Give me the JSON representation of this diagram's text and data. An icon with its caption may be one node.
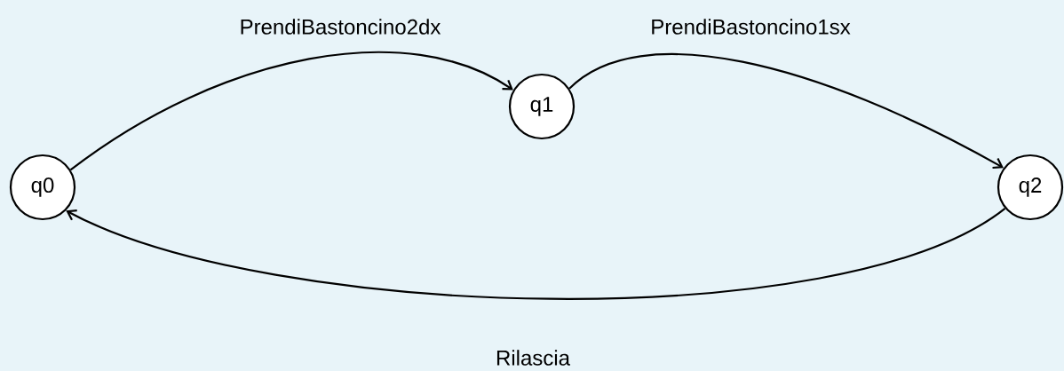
{
  "diagram": {
    "nodes": [
      {
        "text": [
          "q0"
        ]
      },
      {
        "text": [
          "q1"
        ]
      },
      {
        "text": [
          "q2"
        ]
      }
    ],
    "edges": [
      {
        "from": 0,
        "to": 1,
        "arrow": "to",
        "label": "PrendiBastoncino2dx"
      },
      {
        "from": 1,
        "to": 2,
        "arrow": "to",
        "label": "PrendiBastoncino1sx"
      },
      {
        "from": 2,
        "to": 0,
        "arrow": "to",
        "label": "Rilascia"
      }
    ]
  }
}
